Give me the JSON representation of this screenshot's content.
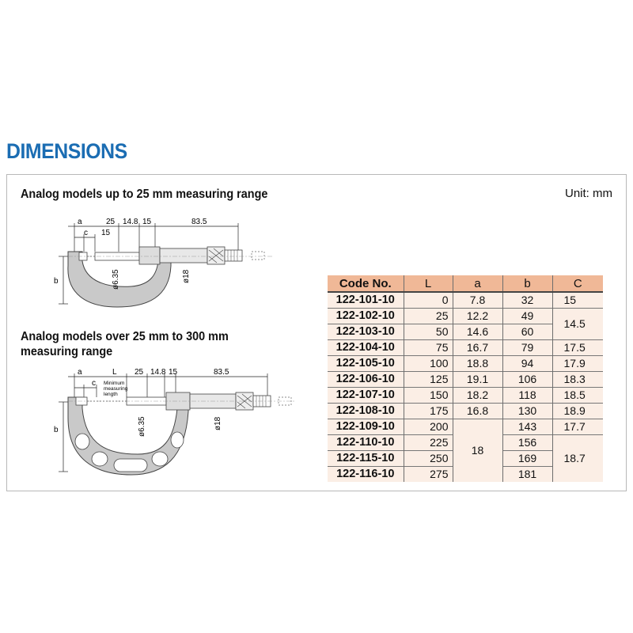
{
  "heading": "DIMENSIONS",
  "unit_label": "Unit: mm",
  "section1": {
    "title": "Analog models up to 25 mm measuring range",
    "dims": {
      "a": "a",
      "c": "c",
      "d25": "25",
      "d148": "14.8",
      "d15a": "15",
      "d835": "83.5",
      "d15b": "15",
      "b": "b",
      "phi635": "ø6.35",
      "phi18": "ø18"
    }
  },
  "section2": {
    "title": "Analog models over 25 mm to 300 mm measuring range",
    "dims": {
      "a": "a",
      "c": "c",
      "L": "L",
      "min1": "Minimum",
      "min2": "measuring",
      "min3": "length",
      "d25": "25",
      "d148": "14.8",
      "d15": "15",
      "d835": "83.5",
      "b": "b",
      "phi635": "ø6.35",
      "phi18": "ø18"
    }
  },
  "table": {
    "headers": [
      "Code No.",
      "L",
      "a",
      "b",
      "C"
    ],
    "codes": [
      "122-101-10",
      "122-102-10",
      "122-103-10",
      "122-104-10",
      "122-105-10",
      "122-106-10",
      "122-107-10",
      "122-108-10",
      "122-109-10",
      "122-110-10",
      "122-115-10",
      "122-116-10"
    ],
    "L": [
      "0",
      "25",
      "50",
      "75",
      "100",
      "125",
      "150",
      "175",
      "200",
      "225",
      "250",
      "275"
    ],
    "a": [
      "7.8",
      "12.2",
      "14.6",
      "16.7",
      "18.8",
      "19.1",
      "18.2",
      "16.8",
      "18"
    ],
    "b": [
      "32",
      "49",
      "60",
      "79",
      "94",
      "106",
      "118",
      "130",
      "143",
      "156",
      "169",
      "181"
    ],
    "C": [
      "15",
      "14.5",
      "17.5",
      "17.9",
      "18.3",
      "18.5",
      "18.9",
      "17.7",
      "18.7"
    ]
  }
}
